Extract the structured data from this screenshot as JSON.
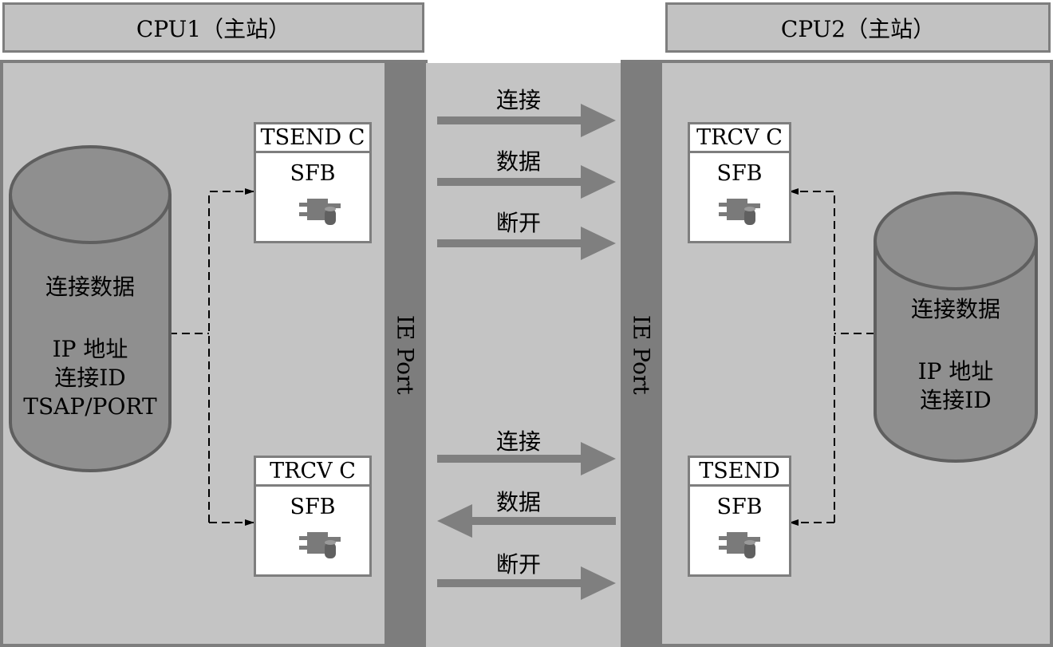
{
  "headers": {
    "cpu1": "CPU1（主站）",
    "cpu2": "CPU2（主站）"
  },
  "ports": {
    "left": "IE Port",
    "right": "IE Port"
  },
  "blocks": {
    "cpu1_top": {
      "title": "TSEND C",
      "sub": "SFB"
    },
    "cpu1_bottom": {
      "title": "TRCV C",
      "sub": "SFB"
    },
    "cpu2_top": {
      "title": "TRCV C",
      "sub": "SFB"
    },
    "cpu2_bottom": {
      "title": "TSEND",
      "sub": "SFB"
    }
  },
  "arrows": {
    "top": [
      {
        "label": "连接",
        "direction": "right"
      },
      {
        "label": "数据",
        "direction": "right"
      },
      {
        "label": "断开",
        "direction": "right"
      }
    ],
    "bottom": [
      {
        "label": "连接",
        "direction": "right"
      },
      {
        "label": "数据",
        "direction": "left"
      },
      {
        "label": "断开",
        "direction": "right"
      }
    ]
  },
  "cpu1_db": {
    "title": "连接数据",
    "lines": [
      "IP 地址",
      "连接ID",
      "TSAP/PORT"
    ]
  },
  "cpu2_db": {
    "title": "连接数据",
    "lines": [
      "IP 地址",
      "连接ID"
    ]
  },
  "colors": {
    "panel": "#c4c4c4",
    "port": "#7d7d7d",
    "arrow": "#7f7f7f",
    "cylinder": "#8f8f8f"
  }
}
